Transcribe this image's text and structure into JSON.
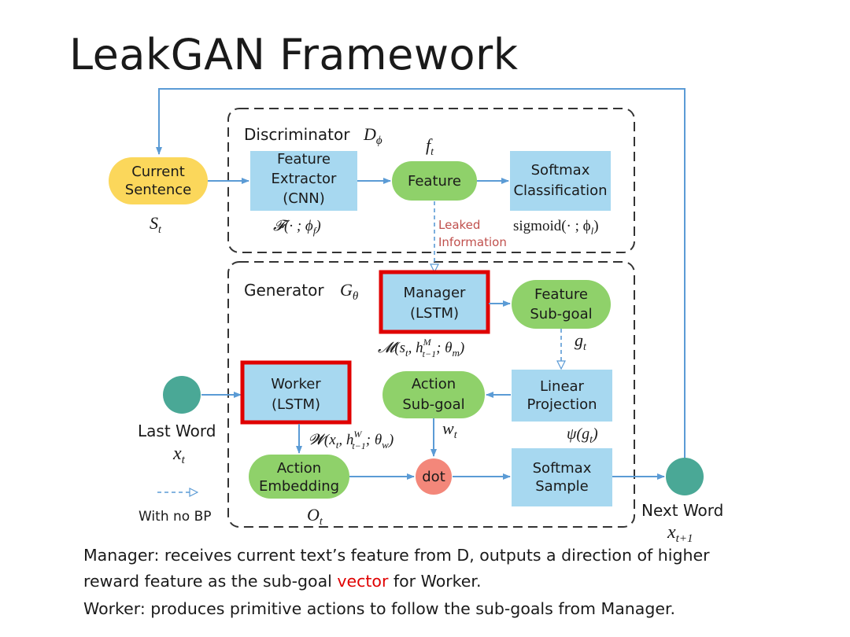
{
  "title": "LeakGAN Framework",
  "colors": {
    "box_blue": "#a7d8f0",
    "oval_green": "#8fd16a",
    "oval_yellow": "#fbd75b",
    "circle_teal": "#4aa896",
    "dot_red": "#f3877a",
    "arrow_blue": "#5b9bd5",
    "highlight_red": "#e00000",
    "leak_red": "#c0504d"
  },
  "diagram": {
    "discriminator_label": "Discriminator",
    "discriminator_symbol": "D",
    "discriminator_sub": "ϕ",
    "generator_label": "Generator",
    "generator_symbol": "G",
    "generator_sub": "θ",
    "current_sentence": [
      "Current",
      "Sentence"
    ],
    "current_sentence_symbol": "S",
    "current_sentence_sub": "t",
    "feature_extractor": [
      "Feature",
      "Extractor",
      "(CNN)"
    ],
    "feature_extractor_formula": "𝓕(· ; ϕ",
    "feature_extractor_formula_sub": "f",
    "feature_extractor_formula_end": ")",
    "feature": "Feature",
    "feature_symbol": "f",
    "feature_sub": "t",
    "softmax_classification": [
      "Softmax",
      "Classification"
    ],
    "softmax_classification_formula": "sigmoid(· ; ϕ",
    "softmax_classification_formula_sub": "l",
    "softmax_classification_formula_end": ")",
    "leaked_information": [
      "Leaked",
      "Information"
    ],
    "manager": [
      "Manager",
      "(LSTM)"
    ],
    "manager_formula": "𝓜(s",
    "manager_formula_sub1": "t",
    "manager_formula_mid": ", h",
    "manager_formula_sup": "M",
    "manager_formula_sub2": "t−1",
    "manager_formula_mid2": "; θ",
    "manager_formula_sub3": "m",
    "manager_formula_end": ")",
    "feature_subgoal": [
      "Feature",
      "Sub-goal"
    ],
    "g_symbol": "g",
    "g_sub": "t",
    "worker": [
      "Worker",
      "(LSTM)"
    ],
    "worker_formula": "𝓦(x",
    "worker_formula_sub1": "t",
    "worker_formula_mid": ", h",
    "worker_formula_sup": "W",
    "worker_formula_sub2": "t−1",
    "worker_formula_mid2": "; θ",
    "worker_formula_sub3": "w",
    "worker_formula_end": ")",
    "action_subgoal": [
      "Action",
      "Sub-goal"
    ],
    "w_symbol": "w",
    "w_sub": "t",
    "linear_projection": [
      "Linear",
      "Projection"
    ],
    "linear_projection_formula": "ψ(g",
    "linear_projection_formula_sub": "t",
    "linear_projection_formula_end": ")",
    "last_word": "Last Word",
    "last_word_symbol": "x",
    "last_word_sub": "t",
    "action_embedding": [
      "Action",
      "Embedding"
    ],
    "o_symbol": "O",
    "o_sub": "t",
    "dot": "dot",
    "softmax_sample": [
      "Softmax",
      "Sample"
    ],
    "next_word": "Next Word",
    "next_word_symbol": "x",
    "next_word_sub": "t+1",
    "legend_no_bp": "With no BP"
  },
  "captions": {
    "line1": "Manager: receives current text’s feature from D, outputs a direction of higher",
    "line2_before": "reward feature as the sub-goal ",
    "line2_accent": "vector",
    "line2_after": " for Worker.",
    "line3": "Worker: produces primitive actions to follow the sub-goals from Manager."
  }
}
